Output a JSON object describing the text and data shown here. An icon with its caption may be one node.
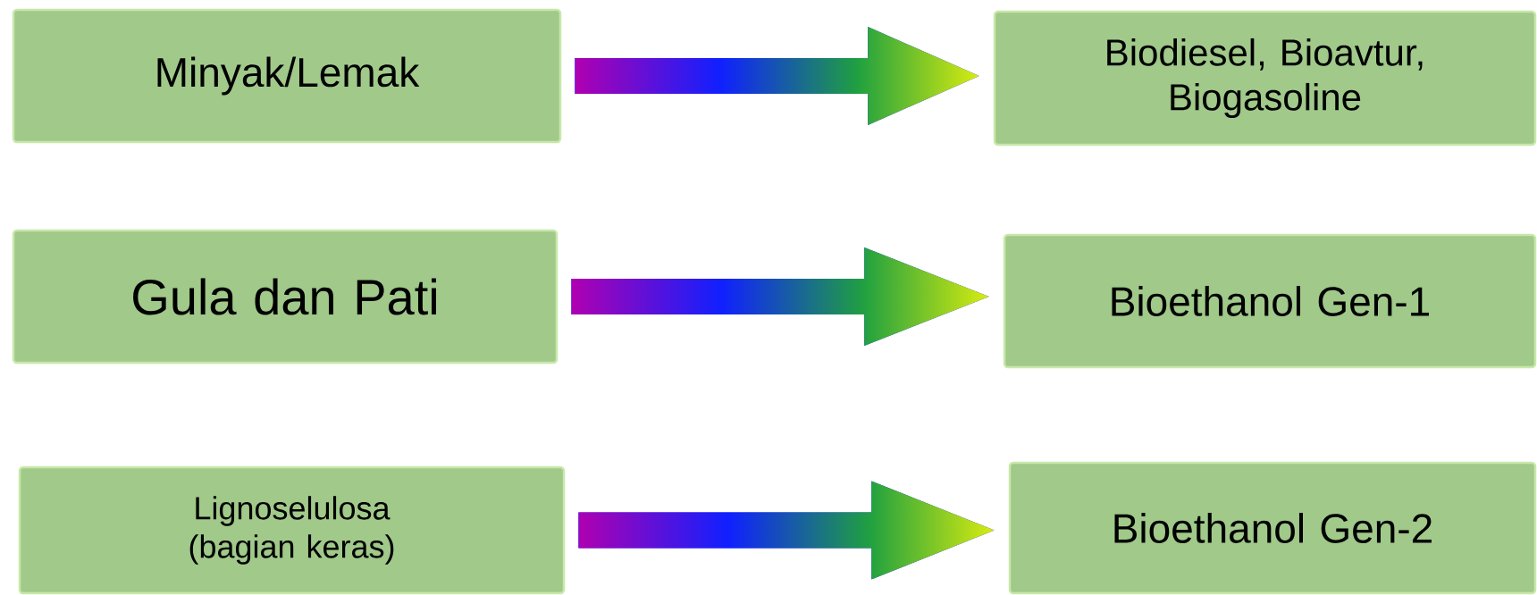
{
  "diagram": {
    "nodes": [
      {
        "text": [
          "Minyak/Lemak"
        ]
      },
      {
        "text": [
          "Biodiesel, Bioavtur, Biogasoline"
        ]
      },
      {
        "text": [
          "Gula dan Pati"
        ]
      },
      {
        "text": [
          "Bioethanol Gen-1"
        ]
      },
      {
        "text": [
          "Lignoselulosa (bagian keras)"
        ]
      },
      {
        "text": [
          "Bioethanol Gen-2"
        ]
      }
    ],
    "edges": [
      {
        "from": 0,
        "to": 1,
        "arrow": "to"
      },
      {
        "from": 2,
        "to": 3,
        "arrow": "to"
      },
      {
        "from": 4,
        "to": 5,
        "arrow": "to"
      }
    ]
  }
}
